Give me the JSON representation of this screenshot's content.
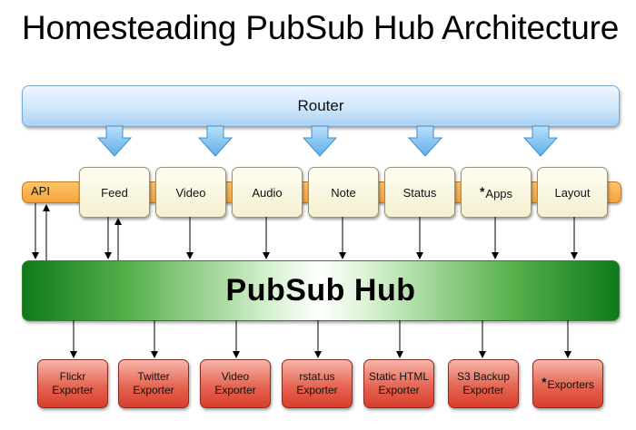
{
  "title": "Homesteading PubSub Hub Architecture",
  "router": {
    "label": "Router"
  },
  "api": {
    "label": "API"
  },
  "components": [
    {
      "label": "Feed"
    },
    {
      "label": "Video"
    },
    {
      "label": "Audio"
    },
    {
      "label": "Note"
    },
    {
      "label": "Status"
    },
    {
      "star": "*",
      "label": "Apps"
    },
    {
      "label": "Layout"
    }
  ],
  "hub": {
    "label": "PubSub Hub"
  },
  "exporters": [
    {
      "line1": "Flickr",
      "line2": "Exporter"
    },
    {
      "line1": "Twitter",
      "line2": "Exporter"
    },
    {
      "line1": "Video",
      "line2": "Exporter"
    },
    {
      "line1": "rstat.us",
      "line2": "Exporter"
    },
    {
      "line1": "Static HTML",
      "line2": "Exporter"
    },
    {
      "line1": "S3 Backup",
      "line2": "Exporter"
    },
    {
      "star": "*",
      "line1": "Exporters",
      "line2": ""
    }
  ],
  "colors": {
    "router": "#cfe6fb",
    "router_arrow": "#6cb7ec",
    "api_bar": "#f7a43a",
    "component": "#f4efd0",
    "hub_dark": "#0f7a1b",
    "exporter": "#e56552"
  }
}
